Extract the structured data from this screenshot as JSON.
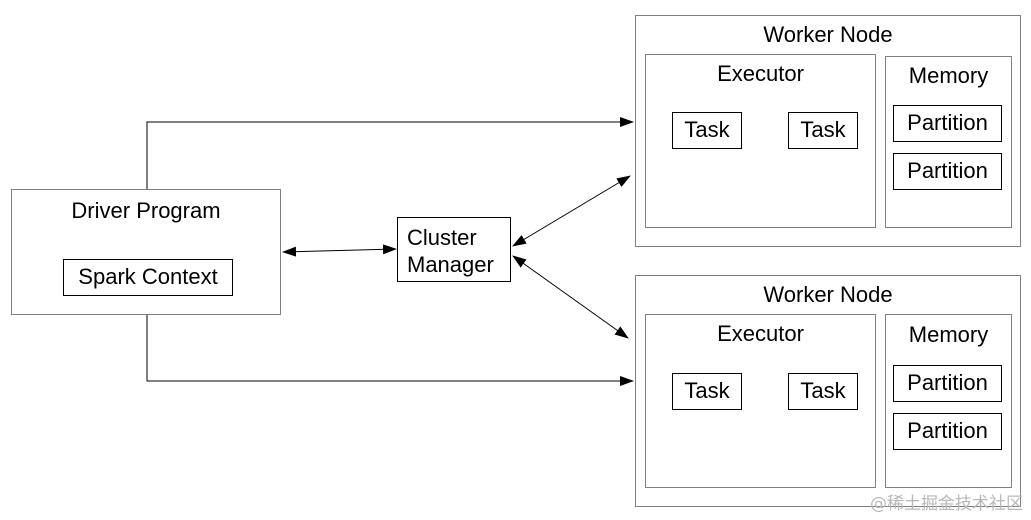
{
  "driver": {
    "title": "Driver Program",
    "context": "Spark Context"
  },
  "cluster_manager": {
    "line1": "Cluster",
    "line2": "Manager"
  },
  "workers": [
    {
      "title": "Worker Node",
      "executor": "Executor",
      "tasks": [
        "Task",
        "Task"
      ],
      "memory": "Memory",
      "partitions": [
        "Partition",
        "Partition"
      ]
    },
    {
      "title": "Worker Node",
      "executor": "Executor",
      "tasks": [
        "Task",
        "Task"
      ],
      "memory": "Memory",
      "partitions": [
        "Partition",
        "Partition"
      ]
    }
  ],
  "watermark": "@稀土掘金技术社区"
}
